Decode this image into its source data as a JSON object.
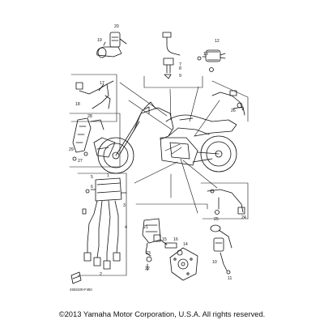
{
  "diagram": {
    "part_callouts": [
      "1",
      "2",
      "3",
      "4",
      "5",
      "6",
      "7",
      "8",
      "9",
      "10",
      "11",
      "12",
      "13",
      "14",
      "15",
      "16",
      "17",
      "18",
      "19",
      "20",
      "21",
      "22",
      "23",
      "24",
      "25",
      "26",
      "27",
      "28",
      "29"
    ],
    "drawing_code": "4S82100-F450",
    "copyright": "©2013 Yamaha Motor Corporation, U.S.A. All rights reserved."
  }
}
